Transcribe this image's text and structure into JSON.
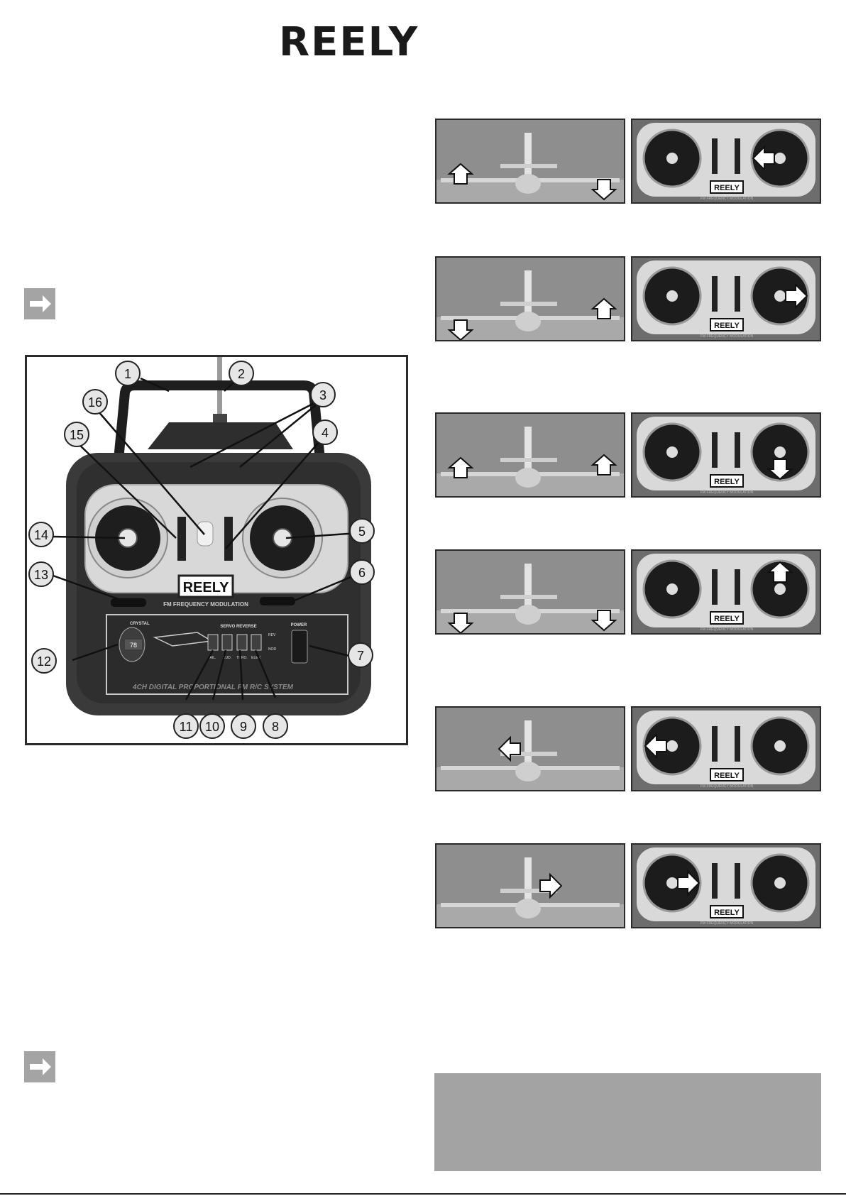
{
  "brand": {
    "logo_text": "REELY"
  },
  "diagram": {
    "transmitter_logo": "REELY",
    "fm_label": "FM FREQUENCY MODULATION",
    "crystal_label": "CRYSTAL",
    "crystal_value": "78",
    "servo_reverse_label": "SERVO REVERSE",
    "switch_labels": [
      "AIL.",
      "RUD.",
      "THRO.",
      "ELEV."
    ],
    "rev_label": "REV",
    "nor_label": "NOR",
    "power_label": "POWER",
    "system_label": "4CH DIGITAL PROPORTIONAL FM R/C SYSTEM",
    "callouts": [
      "1",
      "2",
      "3",
      "4",
      "5",
      "6",
      "7",
      "8",
      "9",
      "10",
      "11",
      "12",
      "13",
      "14",
      "15",
      "16"
    ]
  },
  "thumbs": {
    "logo": "REELY",
    "fm": "FM FREQUENCY MODULATION"
  },
  "rows": [
    {
      "plane_arrows": [
        "up-left",
        "down-right"
      ],
      "stick_arrow": "left",
      "stick_side": "right"
    },
    {
      "plane_arrows": [
        "down-left",
        "up-right"
      ],
      "stick_arrow": "right",
      "stick_side": "right"
    },
    {
      "plane_arrows": [
        "up-left",
        "up-right"
      ],
      "stick_arrow": "down",
      "stick_side": "right"
    },
    {
      "plane_arrows": [
        "down-left",
        "down-right"
      ],
      "stick_arrow": "up",
      "stick_side": "right"
    },
    {
      "plane_arrows": [
        "rudder-left"
      ],
      "stick_arrow": "left",
      "stick_side": "left"
    },
    {
      "plane_arrows": [
        "rudder-right"
      ],
      "stick_arrow": "right",
      "stick_side": "left"
    }
  ],
  "colors": {
    "note_icon": "#a4a4a4",
    "info_box": "#a3a3a3",
    "photo_bg": "#8d8d8d"
  },
  "icons": {
    "note": "arrow-right-icon"
  }
}
